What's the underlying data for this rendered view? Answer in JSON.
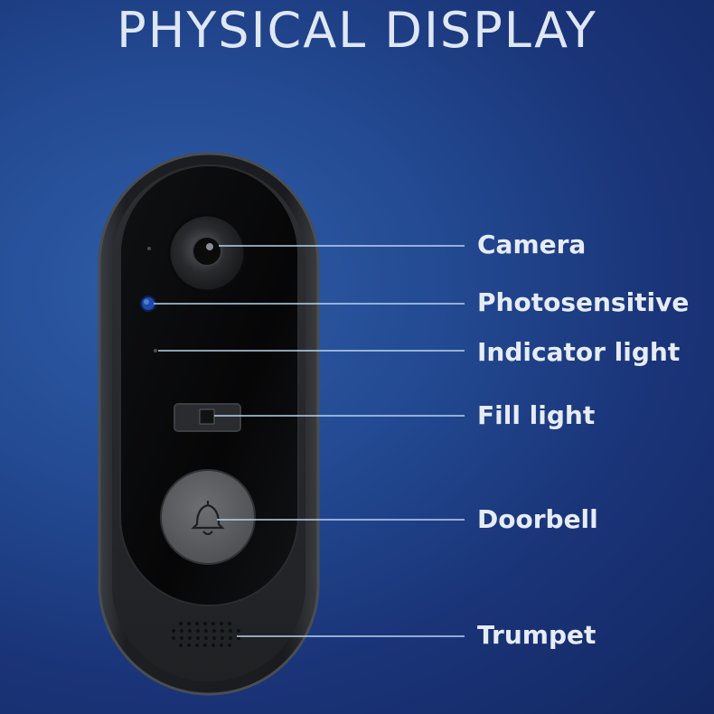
{
  "title": "PHYSICAL DISPLAY",
  "colors": {
    "leader_line": "#b9d3ee",
    "label_text": "#e6ecf6",
    "title_text": "#dfe7f4"
  },
  "labels": [
    {
      "key": "camera",
      "text": "Camera"
    },
    {
      "key": "photosensitive",
      "text": "Photosensitive"
    },
    {
      "key": "indicator",
      "text": "Indicator light"
    },
    {
      "key": "fill",
      "text": "Fill light"
    },
    {
      "key": "doorbell",
      "text": "Doorbell"
    },
    {
      "key": "trumpet",
      "text": "Trumpet"
    }
  ],
  "icons": {
    "doorbell_button": "bell-icon"
  }
}
